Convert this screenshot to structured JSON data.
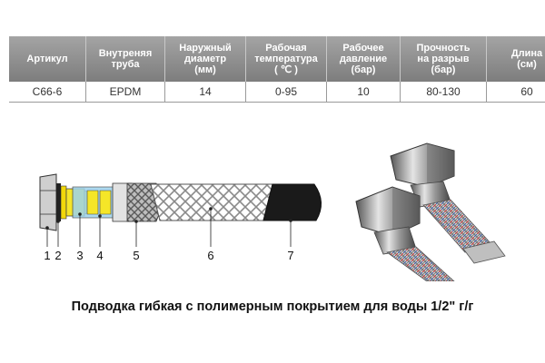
{
  "table": {
    "headers": [
      [
        "Артикул"
      ],
      [
        "Внутреняя",
        "труба"
      ],
      [
        "Наружный",
        "диаметр",
        "(мм)"
      ],
      [
        "Рабочая",
        "температура",
        "( ℃ )"
      ],
      [
        "Рабочее",
        "давление",
        "(бар)"
      ],
      [
        "Прочность",
        "на разрыв",
        "(бар)"
      ],
      [
        "Длина",
        "(см)"
      ]
    ],
    "row": [
      "C66-6",
      "EPDM",
      "14",
      "0-95",
      "10",
      "80-130",
      "60"
    ]
  },
  "diagram": {
    "callouts": [
      "1",
      "2",
      "3",
      "4",
      "5",
      "6",
      "7"
    ]
  },
  "caption": "Подводка гибкая с полимерным покрытием для воды 1/2\" г/г"
}
